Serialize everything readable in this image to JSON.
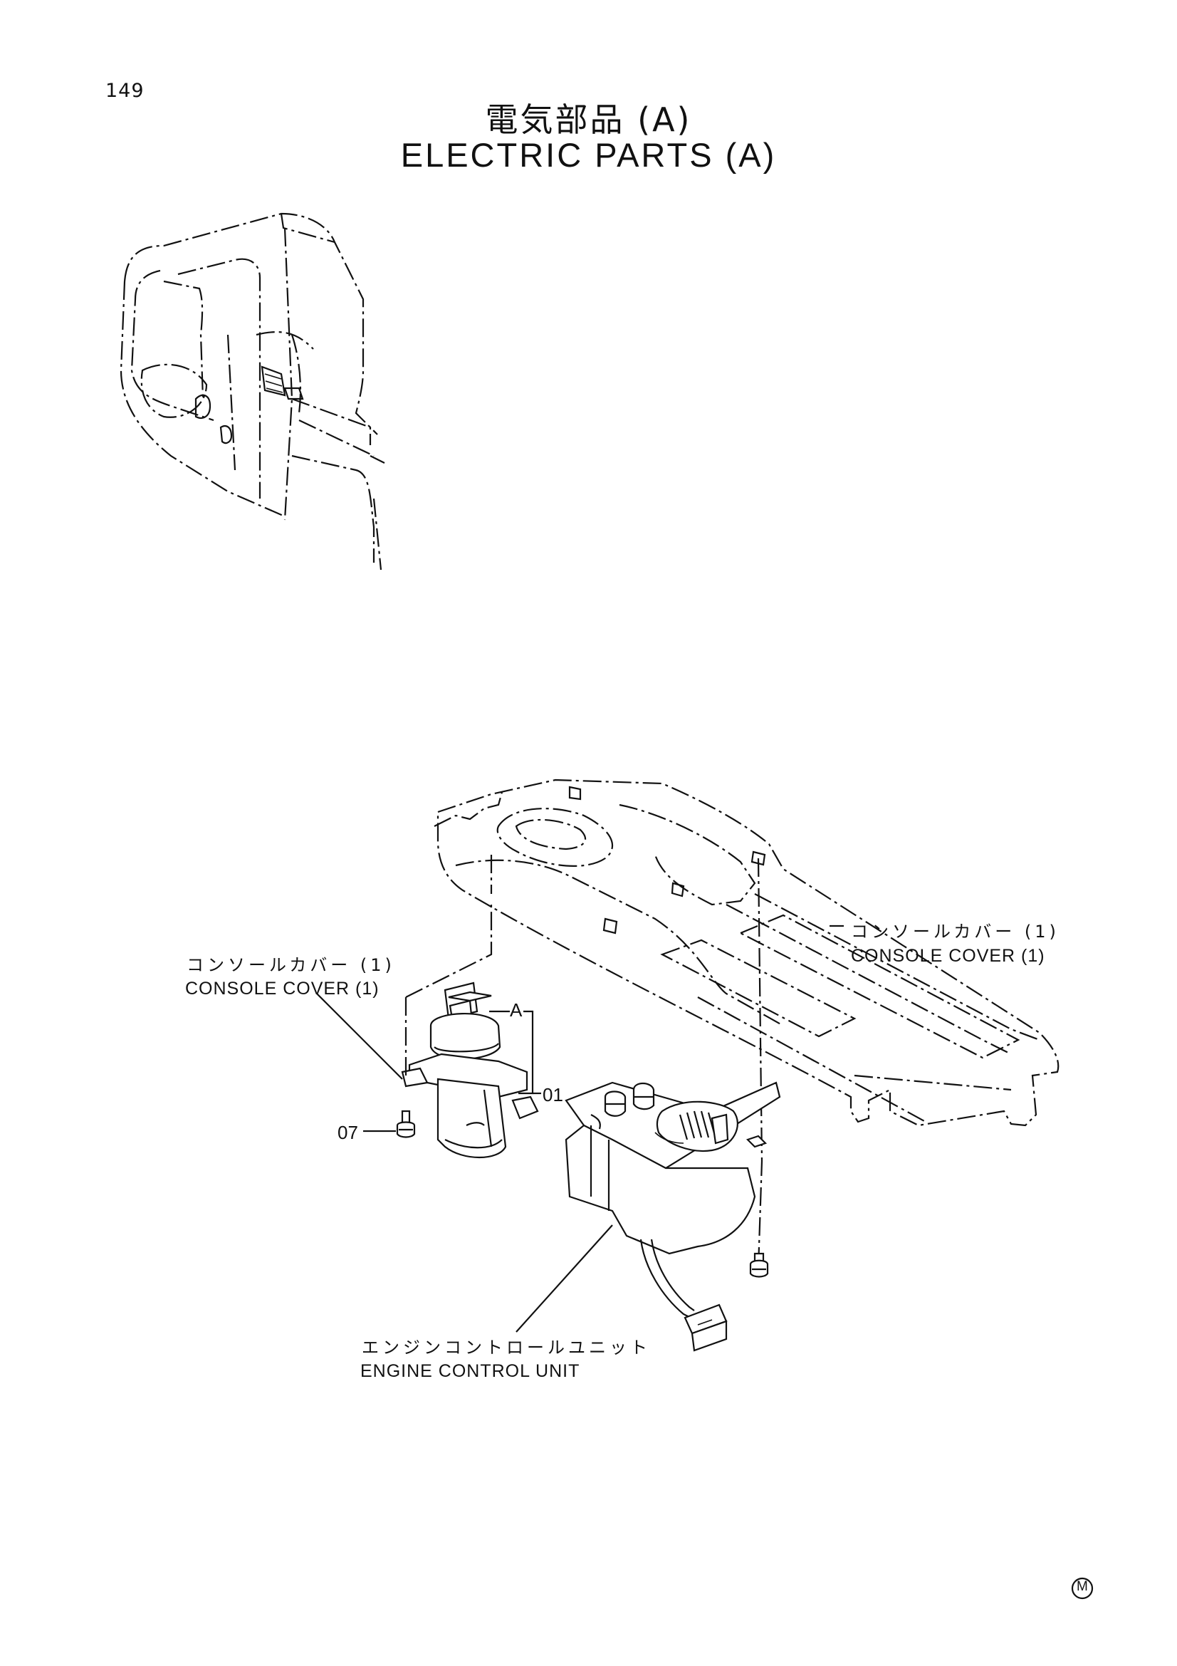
{
  "page_number": "149",
  "title_jp": "電気部品 (A)",
  "title_en": "ELECTRIC PARTS (A)",
  "callouts": {
    "console_cover_left_jp": "コンソールカバー (1)",
    "console_cover_left_en": "CONSOLE COVER (1)",
    "console_cover_right_jp": "コンソールカバー (1)",
    "console_cover_right_en": "CONSOLE COVER (1)",
    "engine_control_unit_jp": "エンジンコントロールユニット",
    "engine_control_unit_en": "ENGINE CONTROL UNIT",
    "detail_letter": "A",
    "part_01": "01",
    "part_07": "07"
  },
  "mark": "M"
}
